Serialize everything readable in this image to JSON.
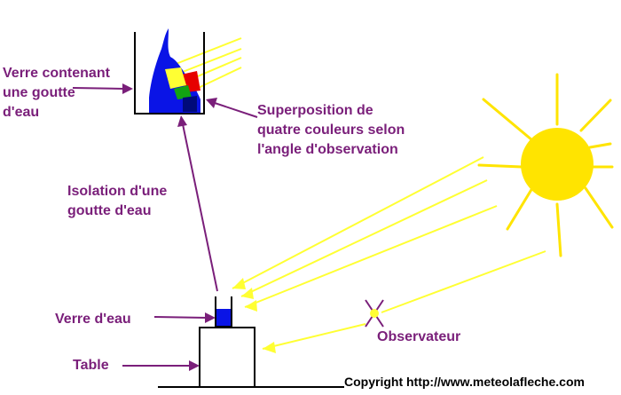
{
  "labels": {
    "verre_contenant": [
      "Verre contenant",
      "une goutte",
      "d'eau"
    ],
    "superposition": [
      "Superposition de",
      "quatre couleurs selon",
      "l'angle d'observation"
    ],
    "isolation": [
      "Isolation d'une",
      "goutte d'eau"
    ],
    "verre_eau": "Verre d'eau",
    "table": "Table",
    "observateur": "Observateur"
  },
  "copyright": "Copyright http://www.meteolafleche.com",
  "colors": {
    "label": "#7a1f7a",
    "arrow": "#7a1f7a",
    "sun": "#ffe400",
    "ray": "#ffff33",
    "water": "#0a14e6",
    "red": "#e60000",
    "green": "#12a312",
    "line": "#000000"
  }
}
